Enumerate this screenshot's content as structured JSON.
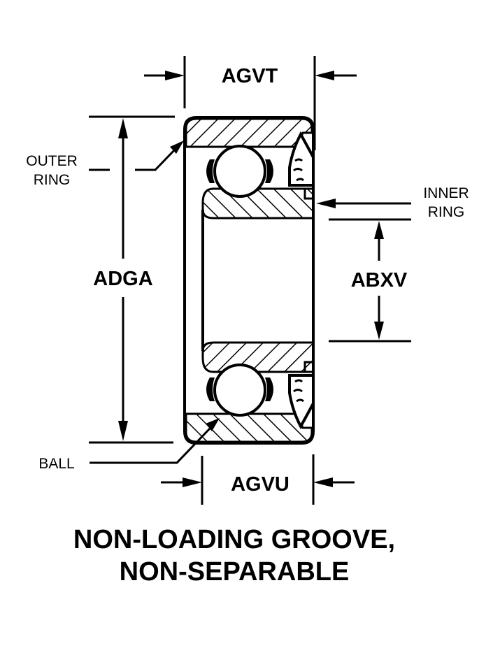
{
  "diagram": {
    "type": "ball-bearing-cross-section",
    "colors": {
      "ink": "#000000",
      "background": "#ffffff"
    },
    "labels": {
      "outer_ring": [
        "OUTER",
        "RING"
      ],
      "inner_ring": [
        "INNER",
        "RING"
      ],
      "ball": "BALL"
    },
    "dimensions": {
      "top_width": "AGVT",
      "outer_diameter": "ADGA",
      "bore_diameter": "ABXV",
      "bottom_width": "AGVU"
    },
    "caption": [
      "NON-LOADING GROOVE,",
      "NON-SEPARABLE"
    ]
  }
}
